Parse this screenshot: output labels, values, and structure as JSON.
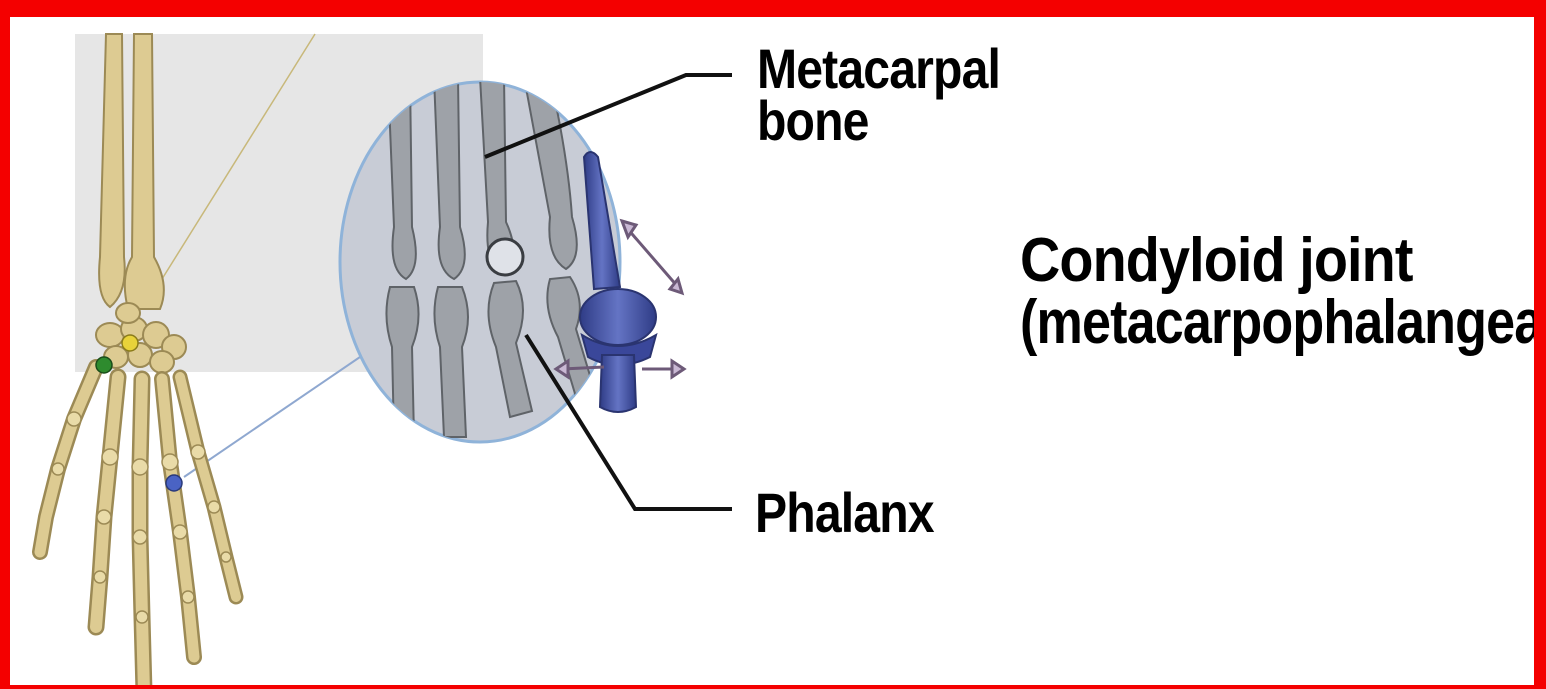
{
  "labels": {
    "metacarpal_line1": "Metacarpal",
    "metacarpal_line2": "bone",
    "phalanx": "Phalanx",
    "joint_title": "Condyloid joint",
    "joint_subtitle": "(metacarpophalangeal)"
  },
  "colors": {
    "frame_border": "#f40000",
    "bone": "#ddcb92",
    "bone_outline": "#9c8a55",
    "inset_panel": "#e6e6e6",
    "magnifier_fill": "#c8ccd6",
    "magnifier_rim": "#8fb3d9",
    "xray_bone": "#8c8f94",
    "joint_model": "#4a5aa8",
    "marker_green": "#2e8b2e",
    "marker_yellow": "#e8d23a",
    "marker_blue": "#4a63c4"
  }
}
